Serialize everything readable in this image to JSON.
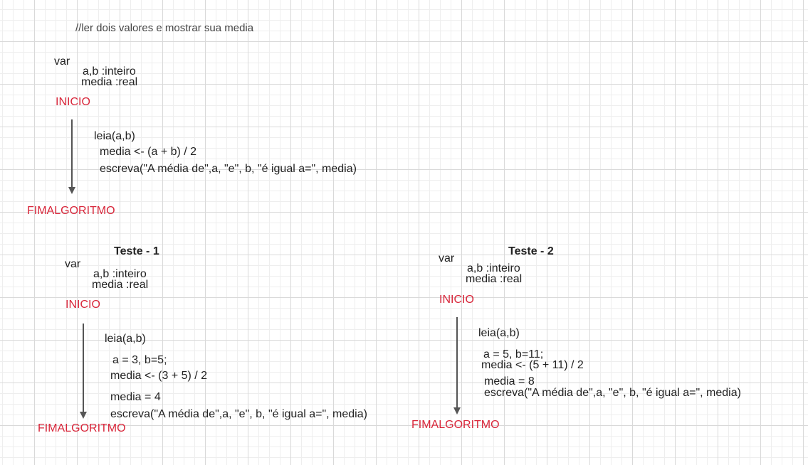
{
  "header": {
    "comment": "//ler dois valores e mostrar sua media"
  },
  "main": {
    "var_label": "var",
    "decl_ab": "a,b :inteiro",
    "decl_media": "media :real",
    "inicio": "INICIO",
    "lines": [
      "leia(a,b)",
      "media <- (a + b) / 2",
      "escreva(\"A média de\",a, \"e\", b, \"é igual a=\", media)"
    ],
    "fim": "FIMALGORITMO"
  },
  "test1": {
    "title": "Teste - 1",
    "var_label": "var",
    "decl_ab": "a,b :inteiro",
    "decl_media": "media :real",
    "inicio": "INICIO",
    "lines": [
      "leia(a,b)",
      "a = 3, b=5;",
      "media <- (3 + 5) / 2",
      "media = 4",
      "escreva(\"A média de\",a, \"e\", b, \"é igual a=\", media)"
    ],
    "fim": "FIMALGORITMO"
  },
  "test2": {
    "title": "Teste - 2",
    "var_label": "var",
    "decl_ab": "a,b :inteiro",
    "decl_media": "media :real",
    "inicio": "INICIO",
    "lines": [
      "leia(a,b)",
      "a = 5, b=11;",
      "media <- (5 + 11) / 2",
      "media = 8",
      "escreva(\"A média de\",a, \"e\", b, \"é igual a=\", media)"
    ],
    "fim": "FIMALGORITMO"
  },
  "colors": {
    "keyword": "#d8263a",
    "text": "#222222",
    "arrow": "#555555"
  }
}
